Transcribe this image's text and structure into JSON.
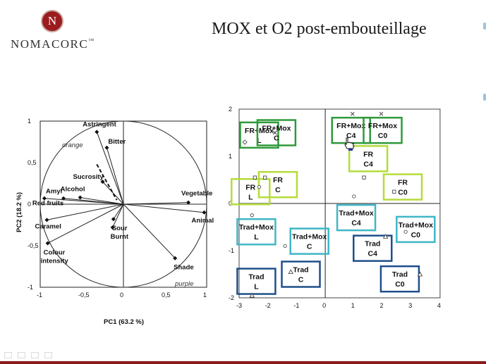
{
  "header": {
    "logo_letter": "N",
    "brand": "NOMACORC",
    "brand_mark": "™",
    "title": "MOX et O2 post-embouteillage"
  },
  "loadings_plot": {
    "xlabel": "PC1 (63.2 %)",
    "ylabel": "PC2 (18.2 %)",
    "x_ticks": [
      "-1",
      "-0,5",
      "0",
      "0,5",
      "1"
    ],
    "y_ticks": [
      "1",
      "0,5",
      "0",
      "-0,5",
      "-1"
    ],
    "annotations": {
      "orange": "orange",
      "purple": "purple"
    },
    "variables": [
      {
        "name": "Astringent",
        "x": -0.32,
        "y": 0.87
      },
      {
        "name": "Bitter",
        "x": -0.2,
        "y": 0.68
      },
      {
        "name": "Sucrosity",
        "x": -0.25,
        "y": 0.27
      },
      {
        "name": "Alcohol",
        "x": -0.52,
        "y": 0.08
      },
      {
        "name": "Amyl",
        "x": -0.72,
        "y": 0.07
      },
      {
        "name": "Red fruits",
        "x": -0.95,
        "y": 0.07
      },
      {
        "name": "Caramel",
        "x": -0.92,
        "y": -0.19
      },
      {
        "name": "Colour intensity",
        "x": -0.91,
        "y": -0.47
      },
      {
        "name": "Sour",
        "x": -0.12,
        "y": -0.18
      },
      {
        "name": "Burnt",
        "x": -0.13,
        "y": -0.28
      },
      {
        "name": "Vegetable",
        "x": 0.78,
        "y": 0.02
      },
      {
        "name": "Animal",
        "x": 0.97,
        "y": -0.1
      },
      {
        "name": "Shade",
        "x": 0.62,
        "y": -0.65
      }
    ]
  },
  "scores_plot": {
    "x_ticks": [
      "-3",
      "-2",
      "-1",
      "0",
      "1",
      "2",
      "3",
      "4"
    ],
    "y_ticks": [
      "2",
      "1",
      "0",
      "-1",
      "-2"
    ],
    "groups": [
      {
        "line1": "FR+Mox",
        "line2": "L",
        "color": "#2e9a3a",
        "x": -2.3,
        "y": 1.45
      },
      {
        "line1": "FR+Mox",
        "line2": "C",
        "color": "#2e9a3a",
        "x": -1.7,
        "y": 1.5
      },
      {
        "line1": "FR+Mox",
        "line2": "C4",
        "color": "#2e9a3a",
        "x": 0.9,
        "y": 1.55
      },
      {
        "line1": "FR+Mox",
        "line2": "C0",
        "color": "#2e9a3a",
        "x": 2.0,
        "y": 1.55
      },
      {
        "line1": "FR",
        "line2": "C4",
        "color": "#b5dc3a",
        "x": 1.5,
        "y": 0.95
      },
      {
        "line1": "FR",
        "line2": "L",
        "color": "#b5dc3a",
        "x": -2.6,
        "y": 0.25
      },
      {
        "line1": "FR",
        "line2": "C",
        "color": "#b5dc3a",
        "x": -1.65,
        "y": 0.4
      },
      {
        "line1": "FR",
        "line2": "C0",
        "color": "#b5dc3a",
        "x": 2.7,
        "y": 0.35
      },
      {
        "line1": "Trad+Mox",
        "line2": "C4",
        "color": "#3fb6c6",
        "x": 1.08,
        "y": -0.3
      },
      {
        "line1": "Trad+Mox",
        "line2": "L",
        "color": "#3fb6c6",
        "x": -2.4,
        "y": -0.6
      },
      {
        "line1": "Trad+Mox",
        "line2": "C",
        "color": "#3fb6c6",
        "x": -0.55,
        "y": -0.8
      },
      {
        "line1": "Trad+Mox",
        "line2": "C0",
        "color": "#3fb6c6",
        "x": 3.15,
        "y": -0.55
      },
      {
        "line1": "Trad",
        "line2": "C4",
        "color": "#1f4f8a",
        "x": 1.65,
        "y": -0.95
      },
      {
        "line1": "Trad",
        "line2": "L",
        "color": "#1f4f8a",
        "x": -2.4,
        "y": -1.65
      },
      {
        "line1": "Trad",
        "line2": "C",
        "color": "#1f4f8a",
        "x": -0.85,
        "y": -1.5
      },
      {
        "line1": "Trad",
        "line2": "C0",
        "color": "#1f4f8a",
        "x": 2.6,
        "y": -1.6
      }
    ],
    "points": [
      {
        "x": -2.8,
        "y": 1.3,
        "symbol": "diamond"
      },
      {
        "x": -1.75,
        "y": 1.5,
        "symbol": "x"
      },
      {
        "x": 0.95,
        "y": 1.9,
        "symbol": "x"
      },
      {
        "x": 1.95,
        "y": 1.9,
        "symbol": "x"
      },
      {
        "x": 0.95,
        "y": 1.25,
        "symbol": "x"
      },
      {
        "x": 1.35,
        "y": 0.55,
        "symbol": "square"
      },
      {
        "x": 1.0,
        "y": 0.15,
        "symbol": "circle"
      },
      {
        "x": -2.3,
        "y": 0.35,
        "symbol": "circle"
      },
      {
        "x": -2.1,
        "y": 0.55,
        "symbol": "square"
      },
      {
        "x": -2.45,
        "y": 0.55,
        "symbol": "square"
      },
      {
        "x": 2.4,
        "y": 0.25,
        "symbol": "square"
      },
      {
        "x": -2.55,
        "y": -0.25,
        "symbol": "circle"
      },
      {
        "x": -1.4,
        "y": -0.9,
        "symbol": "circle"
      },
      {
        "x": 2.8,
        "y": -0.6,
        "symbol": "circle"
      },
      {
        "x": 2.1,
        "y": -0.7,
        "symbol": "triangle"
      },
      {
        "x": -1.2,
        "y": -1.45,
        "symbol": "triangle"
      },
      {
        "x": -2.55,
        "y": -1.95,
        "symbol": "triangle"
      },
      {
        "x": 3.3,
        "y": -1.5,
        "symbol": "triangle"
      }
    ]
  },
  "colors": {
    "brand_red": "#9b1b1e",
    "green": "#2e9a3a",
    "lime": "#b5dc3a",
    "cyan": "#3fb6c6",
    "navy": "#1f4f8a"
  }
}
